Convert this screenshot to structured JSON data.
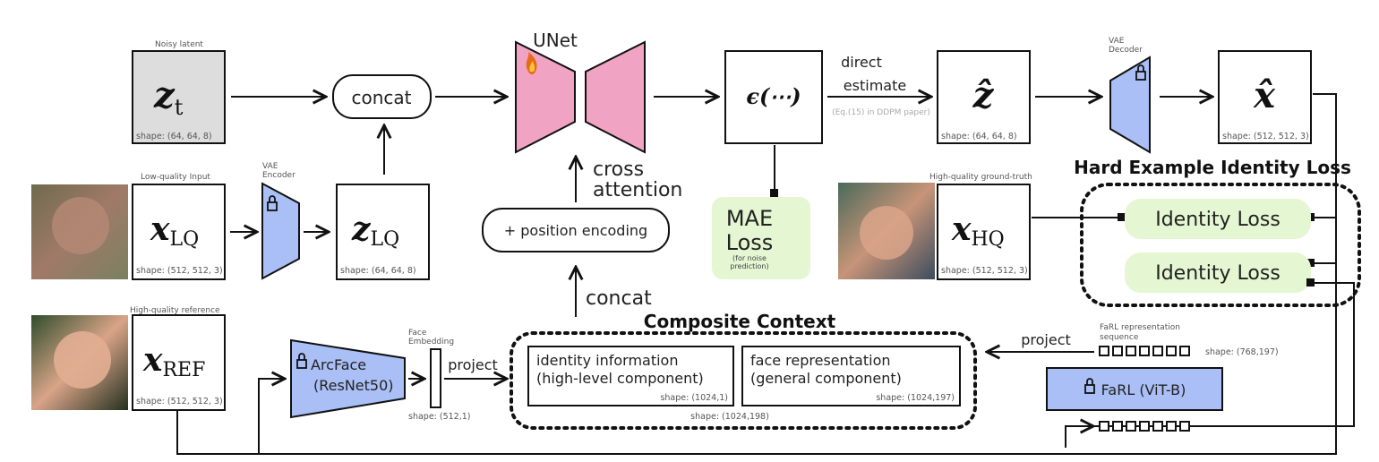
{
  "nodes": {
    "noisy_latent": {
      "label": "Noisy latent",
      "symbol": "z",
      "sub": "t",
      "shape": "shape: (64, 64, 8)"
    },
    "concat_top": {
      "label": "concat"
    },
    "unet": {
      "label": "UNet"
    },
    "epsilon": {
      "symbol": "ϵ(⋯)"
    },
    "z_hat": {
      "symbol": "ẑ",
      "shape": "shape: (64, 64, 8)"
    },
    "vae_decoder": {
      "label_line1": "VAE",
      "label_line2": "Decoder"
    },
    "x_hat": {
      "symbol": "x̂",
      "shape": "shape: (512, 512, 3)"
    },
    "x_lq": {
      "label": "Low-quality Input",
      "symbol": "x",
      "sub": "LQ",
      "shape": "shape: (512, 512, 3)"
    },
    "vae_encoder": {
      "label_line1": "VAE",
      "label_line2": "Encoder"
    },
    "z_lq": {
      "symbol": "z",
      "sub": "LQ",
      "shape": "shape: (64, 64, 8)"
    },
    "position_encoding": {
      "label": "+ position encoding"
    },
    "mae_loss": {
      "line1": "MAE",
      "line2": "Loss",
      "note1": "(for noise",
      "note2": "prediction)"
    },
    "x_hq": {
      "label": "High-quality ground-truth",
      "symbol": "x",
      "sub": "HQ",
      "shape": "shape: (512, 512, 3)"
    },
    "x_ref": {
      "label": "High-quality reference",
      "symbol": "x",
      "sub": "REF",
      "shape": "shape: (512, 512, 3)"
    },
    "arcface": {
      "line1": "ArcFace",
      "line2": "(ResNet50)"
    },
    "face_embedding": {
      "line1": "Face",
      "line2": "Embedding",
      "shape": "shape: (512,1)"
    },
    "composite_context": {
      "title": "Composite Context",
      "identity_line1": "identity information",
      "identity_line2": "(high-level component)",
      "identity_shape": "shape: (1024,1)",
      "face_line1": "face representation",
      "face_line2": "(general component)",
      "face_shape": "shape: (1024,197)",
      "shape": "shape: (1024,198)"
    },
    "farl": {
      "label": "FaRL (ViT-B)",
      "seq_line1": "FaRL representation",
      "seq_line2": "sequence",
      "seq_shape": "shape: (768,197)"
    },
    "hard_example": {
      "title": "Hard Example Identity Loss",
      "loss1": "Identity Loss",
      "loss2": "Identity Loss"
    }
  },
  "edge_labels": {
    "direct": "direct",
    "estimate": "estimate",
    "eq_note": "(Eq.(15) in DDPM paper)",
    "cross": "cross",
    "attention": "attention",
    "concat_bottom": "concat",
    "project_left": "project",
    "project_right": "project"
  },
  "icons": [
    "fire-icon",
    "lock-icon"
  ],
  "colors": {
    "unet": "#f0a3c2",
    "vae": "#a9bff5",
    "loss": "#e4f7d2",
    "latent_gray": "#dddddd",
    "lq_photo": "#9a7a66",
    "hq_photo": "#8a6a52",
    "ref_photo": "#3d5e3a"
  }
}
